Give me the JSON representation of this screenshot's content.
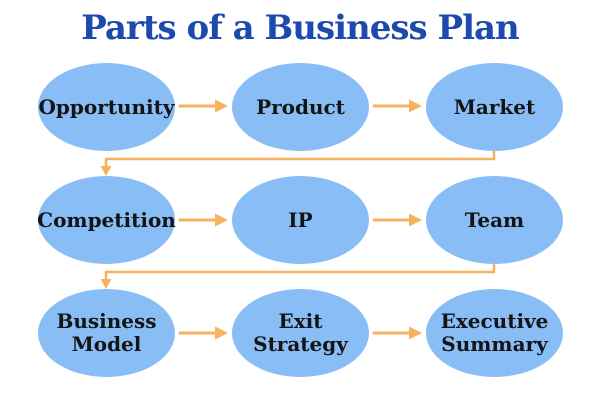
{
  "title": "Parts of a Business Plan",
  "colors": {
    "background": "#FFFFFF",
    "title_text": "#1C4AAD",
    "ellipse_fill": "#89BDF6",
    "node_text": "#141414",
    "arrow": "#F6B25F"
  },
  "nodes": [
    {
      "id": "opportunity",
      "label": "Opportunity",
      "row": 1,
      "col": 1
    },
    {
      "id": "product",
      "label": "Product",
      "row": 1,
      "col": 2
    },
    {
      "id": "market",
      "label": "Market",
      "row": 1,
      "col": 3
    },
    {
      "id": "competition",
      "label": "Competition",
      "row": 2,
      "col": 1
    },
    {
      "id": "ip",
      "label": "IP",
      "row": 2,
      "col": 2
    },
    {
      "id": "team",
      "label": "Team",
      "row": 2,
      "col": 3
    },
    {
      "id": "business-model",
      "label": "Business\nModel",
      "row": 3,
      "col": 1
    },
    {
      "id": "exit-strategy",
      "label": "Exit\nStrategy",
      "row": 3,
      "col": 2
    },
    {
      "id": "executive-summary",
      "label": "Executive\nSummary",
      "row": 3,
      "col": 3
    }
  ],
  "connections": [
    {
      "from": "opportunity",
      "to": "product",
      "style": "straight"
    },
    {
      "from": "product",
      "to": "market",
      "style": "straight"
    },
    {
      "from": "market",
      "to": "competition",
      "style": "wrap-down"
    },
    {
      "from": "competition",
      "to": "ip",
      "style": "straight"
    },
    {
      "from": "ip",
      "to": "team",
      "style": "straight"
    },
    {
      "from": "team",
      "to": "business-model",
      "style": "wrap-down"
    },
    {
      "from": "business-model",
      "to": "exit-strategy",
      "style": "straight"
    },
    {
      "from": "exit-strategy",
      "to": "executive-summary",
      "style": "straight"
    }
  ]
}
